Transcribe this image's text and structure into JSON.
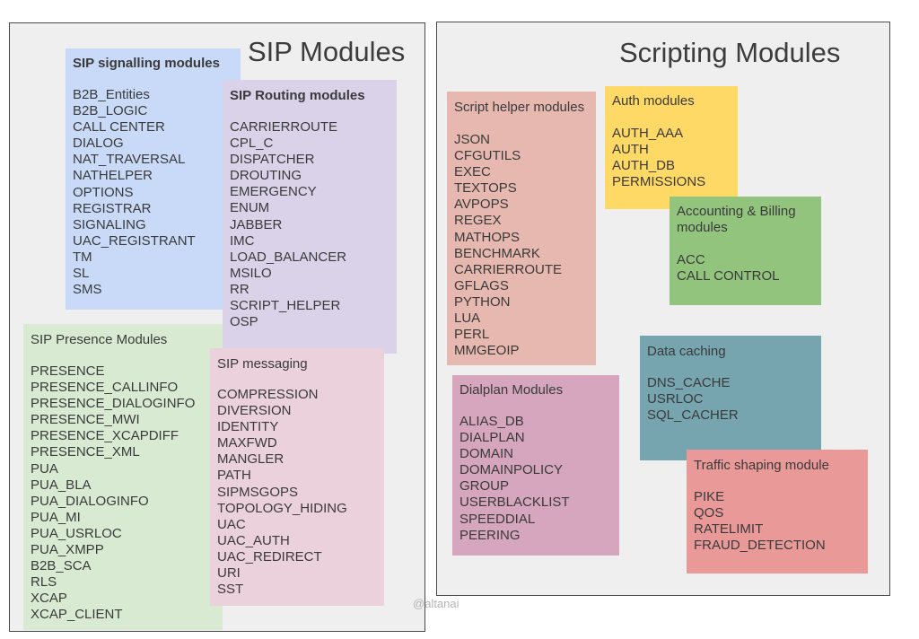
{
  "panels": {
    "sip_title": "SIP Modules",
    "scripting_title": "Scripting Modules"
  },
  "boxes": {
    "sip_signalling": {
      "title": "SIP signalling modules",
      "color": "#c9daf8",
      "items": [
        "B2B_Entities",
        "B2B_LOGIC",
        "CALL CENTER",
        "DIALOG",
        "NAT_TRAVERSAL",
        "NATHELPER",
        "OPTIONS",
        "REGISTRAR",
        "SIGNALING",
        "UAC_REGISTRANT",
        "TM",
        "SL",
        "SMS"
      ]
    },
    "sip_routing": {
      "title": "SIP Routing modules",
      "color": "#d9d2e9",
      "items": [
        "CARRIERROUTE",
        "CPL_C",
        "DISPATCHER",
        "DROUTING",
        "EMERGENCY",
        "ENUM",
        "JABBER",
        "IMC",
        "LOAD_BALANCER",
        "MSILO",
        "RR",
        "SCRIPT_HELPER",
        "OSP"
      ]
    },
    "sip_presence": {
      "title": "SIP Presence Modules",
      "color": "#d9ead3",
      "items": [
        "PRESENCE",
        "PRESENCE_CALLINFO",
        "PRESENCE_DIALOGINFO",
        "PRESENCE_MWI",
        "PRESENCE_XCAPDIFF",
        "PRESENCE_XML",
        "PUA",
        "PUA_BLA",
        "PUA_DIALOGINFO",
        "PUA_MI",
        "PUA_USRLOC",
        "PUA_XMPP",
        "B2B_SCA",
        "RLS",
        "XCAP",
        "XCAP_CLIENT"
      ]
    },
    "sip_messaging": {
      "title": "SIP messaging",
      "color": "#ead1dc",
      "items": [
        "COMPRESSION",
        "DIVERSION",
        "IDENTITY",
        "MAXFWD",
        "MANGLER",
        "PATH",
        "SIPMSGOPS",
        "TOPOLOGY_HIDING",
        "UAC",
        "UAC_AUTH",
        "UAC_REDIRECT",
        "URI",
        "SST"
      ]
    },
    "script_helper": {
      "title": "Script helper modules",
      "color": "#e6b8af",
      "items": [
        "JSON",
        "CFGUTILS",
        "EXEC",
        "TEXTOPS",
        "AVPOPS",
        "REGEX",
        "MATHOPS",
        "BENCHMARK",
        "CARRIERROUTE",
        "GFLAGS",
        "PYTHON",
        "LUA",
        "PERL",
        "MMGEOIP"
      ]
    },
    "auth": {
      "title": "Auth modules",
      "color": "#ffd966",
      "items": [
        "AUTH_AAA",
        "AUTH",
        "AUTH_DB",
        "PERMISSIONS"
      ]
    },
    "accounting": {
      "title": "Accounting & Billing modules",
      "color": "#93c47d",
      "items": [
        "ACC",
        "CALL CONTROL"
      ]
    },
    "data_caching": {
      "title": "Data caching",
      "color": "#76a5af",
      "items": [
        "DNS_CACHE",
        "USRLOC",
        "SQL_CACHER"
      ]
    },
    "dialplan": {
      "title": "Dialplan Modules",
      "color": "#d5a6bd",
      "items": [
        "ALIAS_DB",
        "DIALPLAN",
        "DOMAIN",
        "DOMAINPOLICY",
        "GROUP",
        "USERBLACKLIST",
        "SPEEDDIAL",
        "PEERING"
      ]
    },
    "traffic_shaping": {
      "title": "Traffic shaping module",
      "color": "#ea9999",
      "items": [
        "PIKE",
        "QOS",
        "RATELIMIT",
        "FRAUD_DETECTION"
      ]
    }
  },
  "watermark": "@altanai"
}
